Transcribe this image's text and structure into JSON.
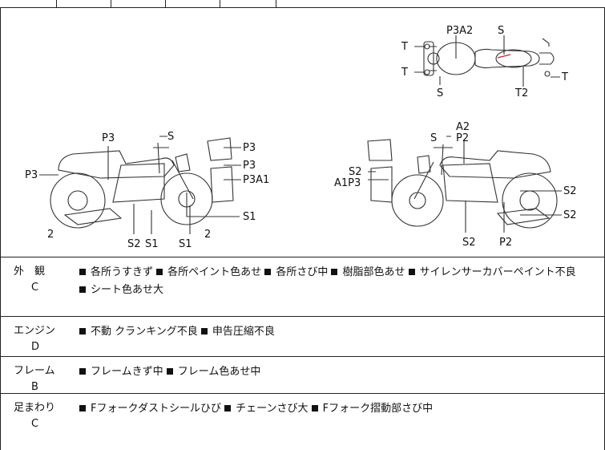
{
  "diagram": {
    "views": {
      "top": {
        "labels": [
          "P3A2",
          "S",
          "T",
          "T",
          "S",
          "T2",
          "T"
        ]
      },
      "left_side": {
        "labels": [
          "P3",
          "S",
          "P3",
          "P3",
          "P3",
          "P3A1",
          "S1",
          "2",
          "S2",
          "S1",
          "S1",
          "2"
        ]
      },
      "right_side": {
        "labels": [
          "A2",
          "P2",
          "S",
          "S2",
          "A1P3",
          "S2",
          "S2",
          "S2",
          "P2"
        ]
      }
    }
  },
  "rows": [
    {
      "label": "外　観",
      "grade": "C",
      "items": [
        "各所うすきず",
        "各所ペイント色あせ",
        "各所さび中",
        "樹脂部色あせ",
        "サイレンサーカバーペイント不良",
        "シート色あせ大"
      ]
    },
    {
      "label": "エンジン",
      "grade": "D",
      "items": [
        "不動 クランキング不良",
        "申告圧縮不良"
      ]
    },
    {
      "label": "フレーム",
      "grade": "B",
      "items": [
        "フレームきず中",
        "フレーム色あせ中"
      ]
    },
    {
      "label": "足まわり",
      "grade": "C",
      "items": [
        "Fフォークダストシールひび",
        "チェーンさび大",
        "Fフォーク摺動部さび中"
      ]
    }
  ]
}
